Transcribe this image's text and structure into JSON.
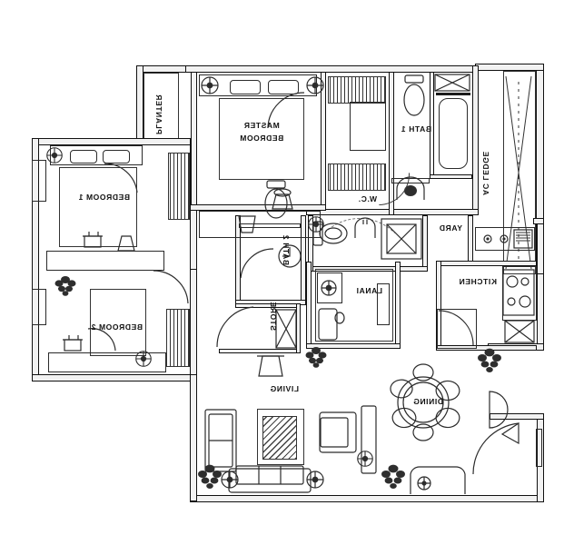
{
  "document": {
    "type": "architectural-floor-plan",
    "orientation": "mirrored-horizontally",
    "background_color": "#ffffff",
    "line_color": "#111111",
    "wall_fill_color": "#f2f2f2"
  },
  "rooms": [
    {
      "id": "ac-ledge",
      "label": "AC LEDGE",
      "orientation": "vertical"
    },
    {
      "id": "bath-1",
      "label": "BATH 1",
      "orientation": "horizontal"
    },
    {
      "id": "master-bedroom",
      "label": "MASTER BEDROOM",
      "orientation": "horizontal"
    },
    {
      "id": "planter",
      "label": "PLANTER",
      "orientation": "vertical"
    },
    {
      "id": "bedroom-1",
      "label": "BEDROOM 1",
      "orientation": "horizontal"
    },
    {
      "id": "bedroom-2",
      "label": "BEDROOM 2",
      "orientation": "horizontal"
    },
    {
      "id": "yard",
      "label": "YARD",
      "orientation": "horizontal"
    },
    {
      "id": "wc",
      "label": "W.C.",
      "orientation": "horizontal"
    },
    {
      "id": "kitchen",
      "label": "KITCHEN",
      "orientation": "horizontal"
    },
    {
      "id": "lanai",
      "label": "LANAI",
      "orientation": "horizontal"
    },
    {
      "id": "bath-2",
      "label": "BATH 2",
      "orientation": "vertical"
    },
    {
      "id": "store",
      "label": "STORE",
      "orientation": "vertical"
    },
    {
      "id": "dining",
      "label": "DINING",
      "orientation": "horizontal"
    },
    {
      "id": "living",
      "label": "LIVING",
      "orientation": "horizontal"
    }
  ],
  "labels": {
    "ac_ledge": "AC LEDGE",
    "bath_1": "BATH 1",
    "master_bedroom_line1": "MASTER",
    "master_bedroom_line2": "BEDROOM",
    "planter": "PLANTER",
    "bedroom_1": "BEDROOM 1",
    "bedroom_2": "BEDROOM 2",
    "yard": "YARD",
    "wc": "W.C.",
    "kitchen": "KITCHEN",
    "lanai": "LANAI",
    "bath_2": "BATH 2",
    "store": "STORE",
    "dining": "DINING",
    "living": "LIVING"
  },
  "fixtures": [
    {
      "room": "bath-1",
      "items": [
        "bathtub",
        "wc-toilet",
        "wash-basin",
        "shower-niche"
      ]
    },
    {
      "room": "bath-2",
      "items": [
        "wc-toilet",
        "wash-basin",
        "shower"
      ]
    },
    {
      "room": "wc",
      "items": [
        "wc-toilet",
        "wash-basin",
        "shower-tray"
      ]
    },
    {
      "room": "kitchen",
      "items": [
        "sink",
        "hob",
        "counter",
        "cabinet"
      ]
    },
    {
      "room": "master-bedroom",
      "items": [
        "bed",
        "pillows",
        "side-table",
        "wardrobe",
        "ceiling-fan"
      ]
    },
    {
      "room": "bedroom-1",
      "items": [
        "bed",
        "pillows",
        "wardrobe",
        "desk",
        "chair",
        "ceiling-fan"
      ]
    },
    {
      "room": "bedroom-2",
      "items": [
        "bed",
        "wardrobe",
        "side-table",
        "plant",
        "ceiling-fan"
      ]
    },
    {
      "room": "dining",
      "items": [
        "round-dining-table",
        "six-chairs"
      ]
    },
    {
      "room": "living",
      "items": [
        "sofa",
        "armchair",
        "coffee-table",
        "tv-console",
        "rug",
        "plants"
      ]
    },
    {
      "room": "lanai",
      "items": [
        "washer",
        "sink",
        "plant"
      ]
    },
    {
      "room": "store",
      "items": [
        "shelving",
        "stool"
      ]
    }
  ]
}
